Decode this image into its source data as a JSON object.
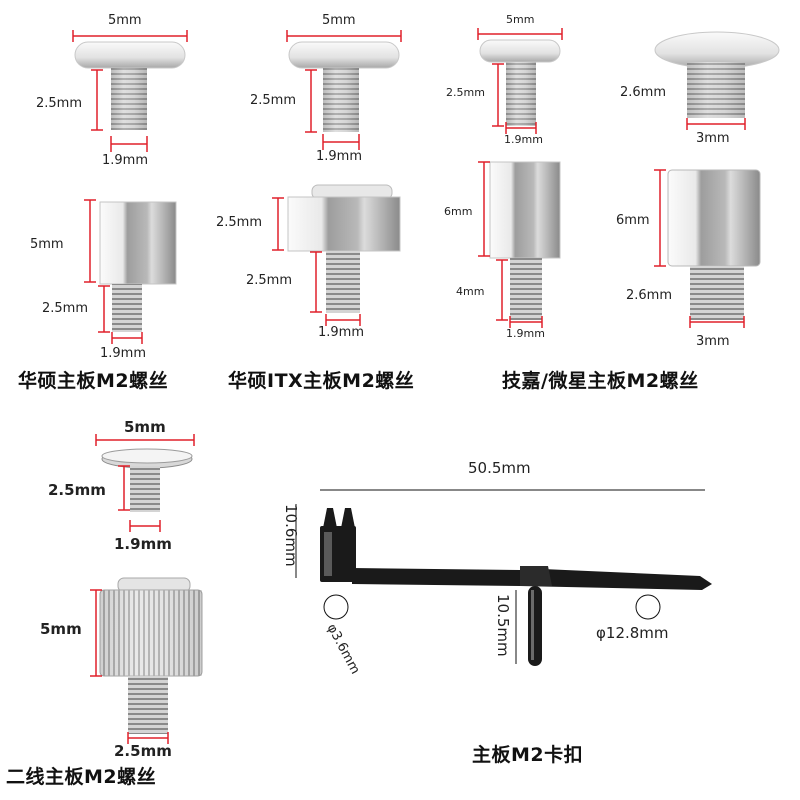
{
  "products": [
    {
      "caption": "华硕主板M2螺丝",
      "head_width": "5mm",
      "thread_length": "2.5mm",
      "thread_diameter": "1.9mm",
      "standoff_height": "5mm",
      "standoff_thread_length": "2.5mm",
      "standoff_thread_diameter": "1.9mm"
    },
    {
      "caption": "华硕ITX主板M2螺丝",
      "head_width": "5mm",
      "thread_length": "2.5mm",
      "thread_diameter": "1.9mm",
      "standoff_height": "2.5mm",
      "standoff_thread_length": "2.5mm",
      "standoff_thread_diameter": "1.9mm"
    },
    {
      "caption": "技嘉/微星主板M2螺丝",
      "head_width": "5mm",
      "thread_length": "2.5mm",
      "thread_diameter": "1.9mm",
      "standoff_height": "6mm",
      "standoff_thread_length": "4mm",
      "standoff_thread_diameter": "1.9mm"
    },
    {
      "caption": "",
      "thread_length": "2.6mm",
      "thread_diameter": "3mm",
      "standoff_height": "6mm",
      "standoff_thread_length": "2.6mm",
      "standoff_thread_diameter": "3mm"
    },
    {
      "caption": "二线主板M2螺丝",
      "head_width": "5mm",
      "thread_length": "2.5mm",
      "thread_diameter": "1.9mm",
      "knob_height": "5mm",
      "knob_thread_diameter": "2.5mm"
    }
  ],
  "clip": {
    "caption": "主板M2卡扣",
    "length": "50.5mm",
    "left_height": "10.6mm",
    "pin_height": "10.5mm",
    "small_hole": "φ3.6mm",
    "large_hole": "φ12.8mm"
  },
  "colors": {
    "dimension_line": "#e0202a",
    "metal_light": "#f2f2f2",
    "metal_dark": "#9a9a9a",
    "clip": "#1a1a1a"
  }
}
